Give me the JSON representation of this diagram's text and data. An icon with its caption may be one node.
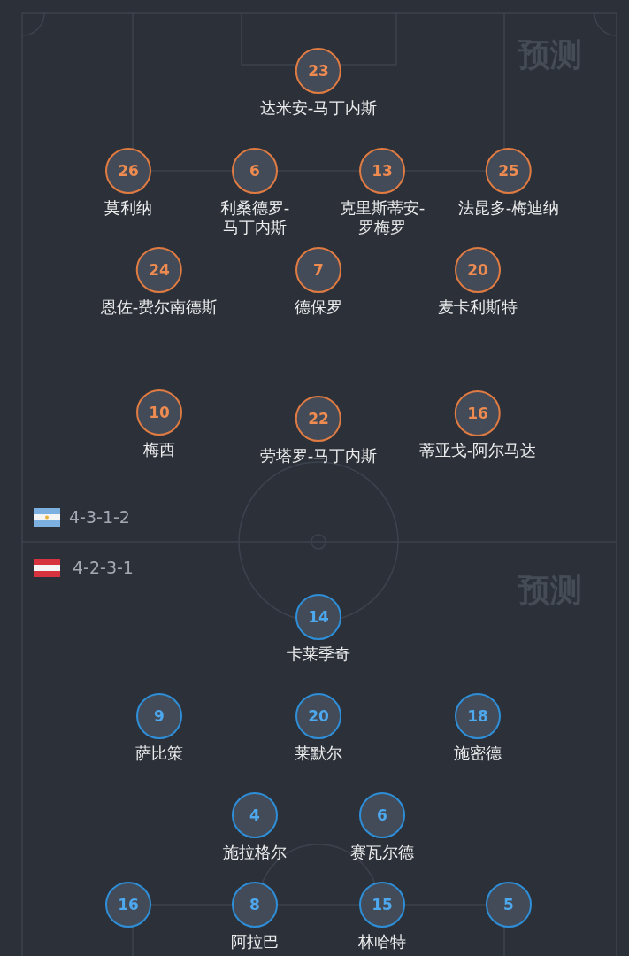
{
  "diagram": {
    "nodes": [
      {
        "text": [
          "23",
          "达米安-马丁内斯"
        ]
      },
      {
        "text": [
          "26",
          "莫利纳"
        ]
      },
      {
        "text": [
          "6",
          "利桑德罗-马丁内斯"
        ]
      },
      {
        "text": [
          "13",
          "克里斯蒂安-罗梅罗"
        ]
      },
      {
        "text": [
          "25",
          "法昆多-梅迪纳"
        ]
      },
      {
        "text": [
          "24",
          "恩佐-费尔南德斯"
        ]
      },
      {
        "text": [
          "7",
          "德保罗"
        ]
      },
      {
        "text": [
          "20",
          "麦卡利斯特"
        ]
      },
      {
        "text": [
          "10",
          "梅西"
        ]
      },
      {
        "text": [
          "22",
          "劳塔罗-马丁内斯"
        ]
      },
      {
        "text": [
          "16",
          "蒂亚戈-阿尔马达"
        ]
      },
      {
        "text": [
          "14",
          "卡莱季奇"
        ]
      },
      {
        "text": [
          "9",
          "萨比策"
        ]
      },
      {
        "text": [
          "20",
          "莱默尔"
        ]
      },
      {
        "text": [
          "18",
          "施密德"
        ]
      },
      {
        "text": [
          "4",
          "施拉格尔"
        ]
      },
      {
        "text": [
          "6",
          "赛瓦尔德"
        ]
      },
      {
        "text": [
          "16"
        ]
      },
      {
        "text": [
          "8",
          "阿拉巴"
        ]
      },
      {
        "text": [
          "15",
          "林哈特"
        ]
      },
      {
        "text": [
          "5"
        ]
      }
    ],
    "labels": [
      "预测",
      "4-3-1-2",
      "4-2-3-1",
      "预测"
    ]
  }
}
